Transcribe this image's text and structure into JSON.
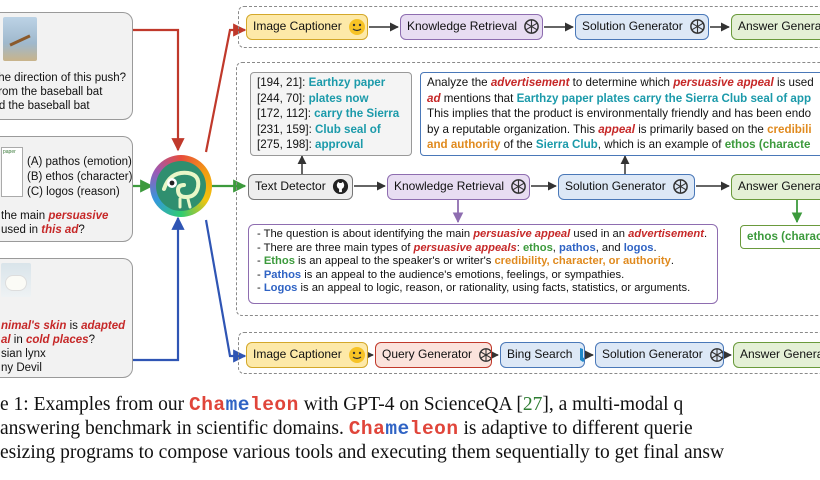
{
  "figure": {
    "q1": {
      "lines": [
        "the direction of this push?",
        "from the baseball bat",
        "rd the baseball bat"
      ]
    },
    "q2": {
      "paper_label": "paper",
      "options": [
        "(A) pathos (emotion)",
        "(B) ethos (character)",
        "(C) logos (reason)"
      ],
      "q_line1_a": "the main ",
      "q_line1_b": "persuasive",
      "q_line2_a": "used in ",
      "q_line2_b": "this ad",
      "q_line2_c": "?"
    },
    "q3": {
      "l1_a": "nimal's skin",
      "l1_b": " is ",
      "l1_c": "adapted",
      "l2_a": "al",
      "l2_b": " in ",
      "l2_c": "cold places",
      "l2_d": "?",
      "l3": "sian lynx",
      "l4": "ny Devil"
    },
    "row1": {
      "image_captioner": "Image Captioner",
      "knowledge_retrieval": "Knowledge Retrieval",
      "solution_generator": "Solution Generator",
      "answer_generator": "Answer Generat"
    },
    "row2": {
      "ocr": [
        {
          "coord": "[194, 21]:",
          "text": "Earthzy paper"
        },
        {
          "coord": "[244, 70]:",
          "text": "plates now"
        },
        {
          "coord": "[172, 112]:",
          "text": "carry the Sierra"
        },
        {
          "coord": "[231, 159]:",
          "text": "Club seal of"
        },
        {
          "coord": "[275, 198]:",
          "text": "approval"
        }
      ],
      "solution": {
        "l1_a": "Analyze the ",
        "l1_b": "advertisement",
        "l1_c": " to determine which ",
        "l1_d": "persuasive appeal",
        "l1_e": " is used",
        "l2_a": "ad",
        "l2_b": " mentions that ",
        "l2_c": "Earthzy paper plates carry the Sierra Club seal of app",
        "l3": "This implies that the product is environmentally friendly and has been endo",
        "l4_a": "by a reputable organization. This ",
        "l4_b": "appeal",
        "l4_c": " is primarily based on the ",
        "l4_d": "credibili",
        "l5_a": "and authority",
        "l5_b": " of the ",
        "l5_c": "Sierra Club",
        "l5_d": ", which is an example of ",
        "l5_e": "ethos (characte"
      },
      "text_detector": "Text Detector",
      "knowledge_retrieval": "Knowledge Retrieval",
      "solution_generator": "Solution Generator",
      "answer_generator": "Answer Generat",
      "answer": "ethos (charac",
      "knowledge": {
        "k1_a": "- The question is about identifying the main ",
        "k1_b": "persuasive appeal",
        "k1_c": " used in an ",
        "k1_d": "advertisement",
        "k1_e": ".",
        "k2_a": "- There are three main types of ",
        "k2_b": "persuasive appeals",
        "k2_c": ": ",
        "k2_d": "ethos",
        "k2_e": ", ",
        "k2_f": "pathos",
        "k2_g": ", and ",
        "k2_h": "logos",
        "k2_i": ".",
        "k3_a": "- ",
        "k3_b": "Ethos",
        "k3_c": " is an appeal to the speaker's or writer's ",
        "k3_d": "credibility, character, or authority",
        "k3_e": ".",
        "k4_a": "- ",
        "k4_b": "Pathos",
        "k4_c": " is an appeal to the audience's emotions, feelings, or sympathies.",
        "k5_a": "- ",
        "k5_b": "Logos",
        "k5_c": " is an appeal to logic, reason, or rationality, using facts, statistics, or arguments."
      }
    },
    "row3": {
      "image_captioner": "Image Captioner",
      "query_generator": "Query Generator",
      "bing_search": "Bing Search",
      "solution_generator": "Solution Generator",
      "answer_generator": "Answer Genera"
    },
    "colors": {
      "red_arrow": "#c0392b",
      "blue_arrow": "#2f55b4",
      "green_arrow": "#3c9a3c",
      "purple": "#8e6db0",
      "yellow_fill": "#fde9a8",
      "purple_fill": "#e8ddf2",
      "blue_fill": "#dde8f6",
      "green_fill": "#e4f0d6",
      "gray_fill": "#eeeeee",
      "red_fill": "#fbe3dc"
    }
  },
  "caption": {
    "l1_a": "e 1: Examples from our ",
    "l1_b": "Cha",
    "l1_c": "me",
    "l1_d": "leon",
    "l1_e": " with GPT-4 on ScienceQA [",
    "l1_f": "27",
    "l1_g": "], a multi-modal q",
    "l2_a": "answering benchmark in scientific domains. ",
    "l2_b": "Cha",
    "l2_c": "me",
    "l2_d": "leon",
    "l2_e": " is adaptive to different querie",
    "l3": "esizing programs to compose various tools and executing them sequentially to get final answ"
  }
}
